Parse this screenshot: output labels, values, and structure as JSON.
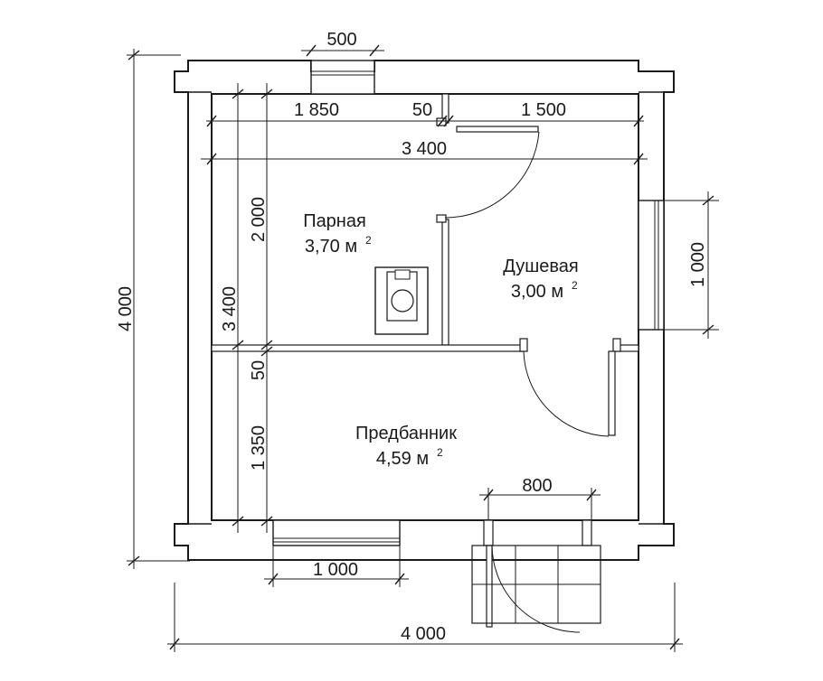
{
  "rooms": {
    "parnaya": {
      "name": "Парная",
      "area": "3,70 м",
      "area_sup": "2"
    },
    "dushevaya": {
      "name": "Душевая",
      "area": "3,00 м",
      "area_sup": "2"
    },
    "predbannik": {
      "name": "Предбанник",
      "area": "4,59 м",
      "area_sup": "2"
    }
  },
  "dimensions": {
    "top_window": "500",
    "steam_width": "1 850",
    "partition": "50",
    "shower_width": "1 500",
    "inner_width": "3 400",
    "steam_depth": "2 000",
    "inner_depth_left": "3 400",
    "partition_h": "50",
    "lobby_depth": "1 350",
    "overall_height": "4 000",
    "right_window": "1 000",
    "entry_door": "800",
    "bottom_window": "1 000",
    "overall_width": "4 000"
  }
}
